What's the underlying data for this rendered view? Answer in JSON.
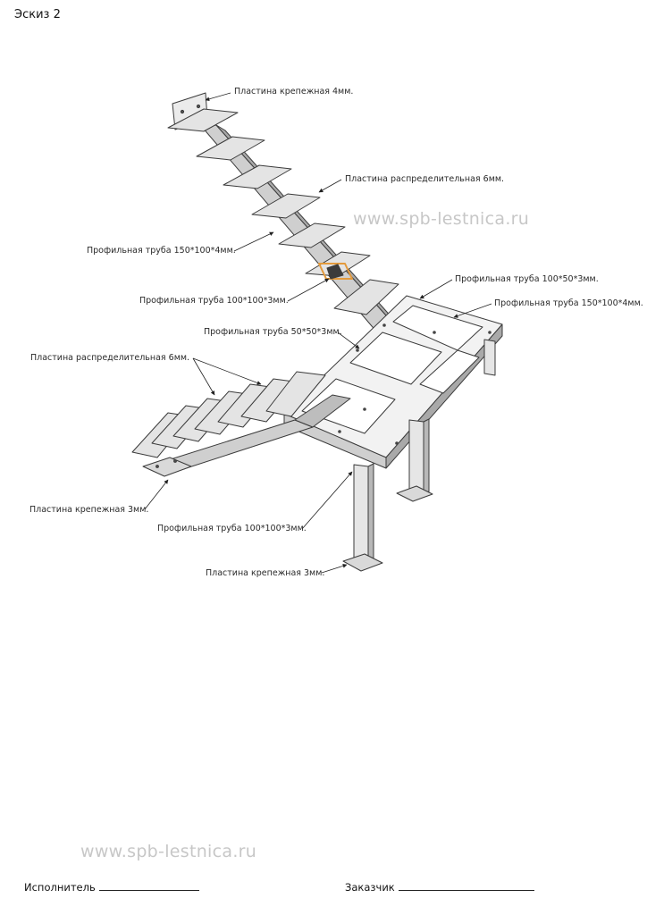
{
  "sheet": {
    "title": "Эскиз 2"
  },
  "watermark": {
    "top": "www.spb-lestnica.ru",
    "bottom": "www.spb-lestnica.ru"
  },
  "labels": {
    "plate_mount_4": "Пластина крепежная 4мм.",
    "plate_dist_6_upper": "Пластина распределительная 6мм.",
    "tube_150_100_4_left": "Профильная труба 150*100*4мм.",
    "tube_100_100_3_upper": "Профильная труба 100*100*3мм.",
    "tube_100_50_3": "Профильная труба 100*50*3мм.",
    "tube_150_100_4_right": "Профильная труба 150*100*4мм.",
    "tube_50_50_3": "Профильная труба 50*50*3мм.",
    "plate_dist_6_lower": "Пластина распределительная 6мм.",
    "plate_mount_3_left": "Пластина крепежная 3мм.",
    "tube_100_100_3_lower": "Профильная труба 100*100*3мм.",
    "plate_mount_3_bottom": "Пластина крепежная 3мм."
  },
  "signatures": {
    "executor": "Исполнитель",
    "customer": "Заказчик"
  },
  "colors": {
    "metal_light": "#ebebeb",
    "metal_mid": "#cfcfcf",
    "metal_dark": "#a9a9a9",
    "outline": "#3b3b3b",
    "highlight": "#e39a3c"
  }
}
